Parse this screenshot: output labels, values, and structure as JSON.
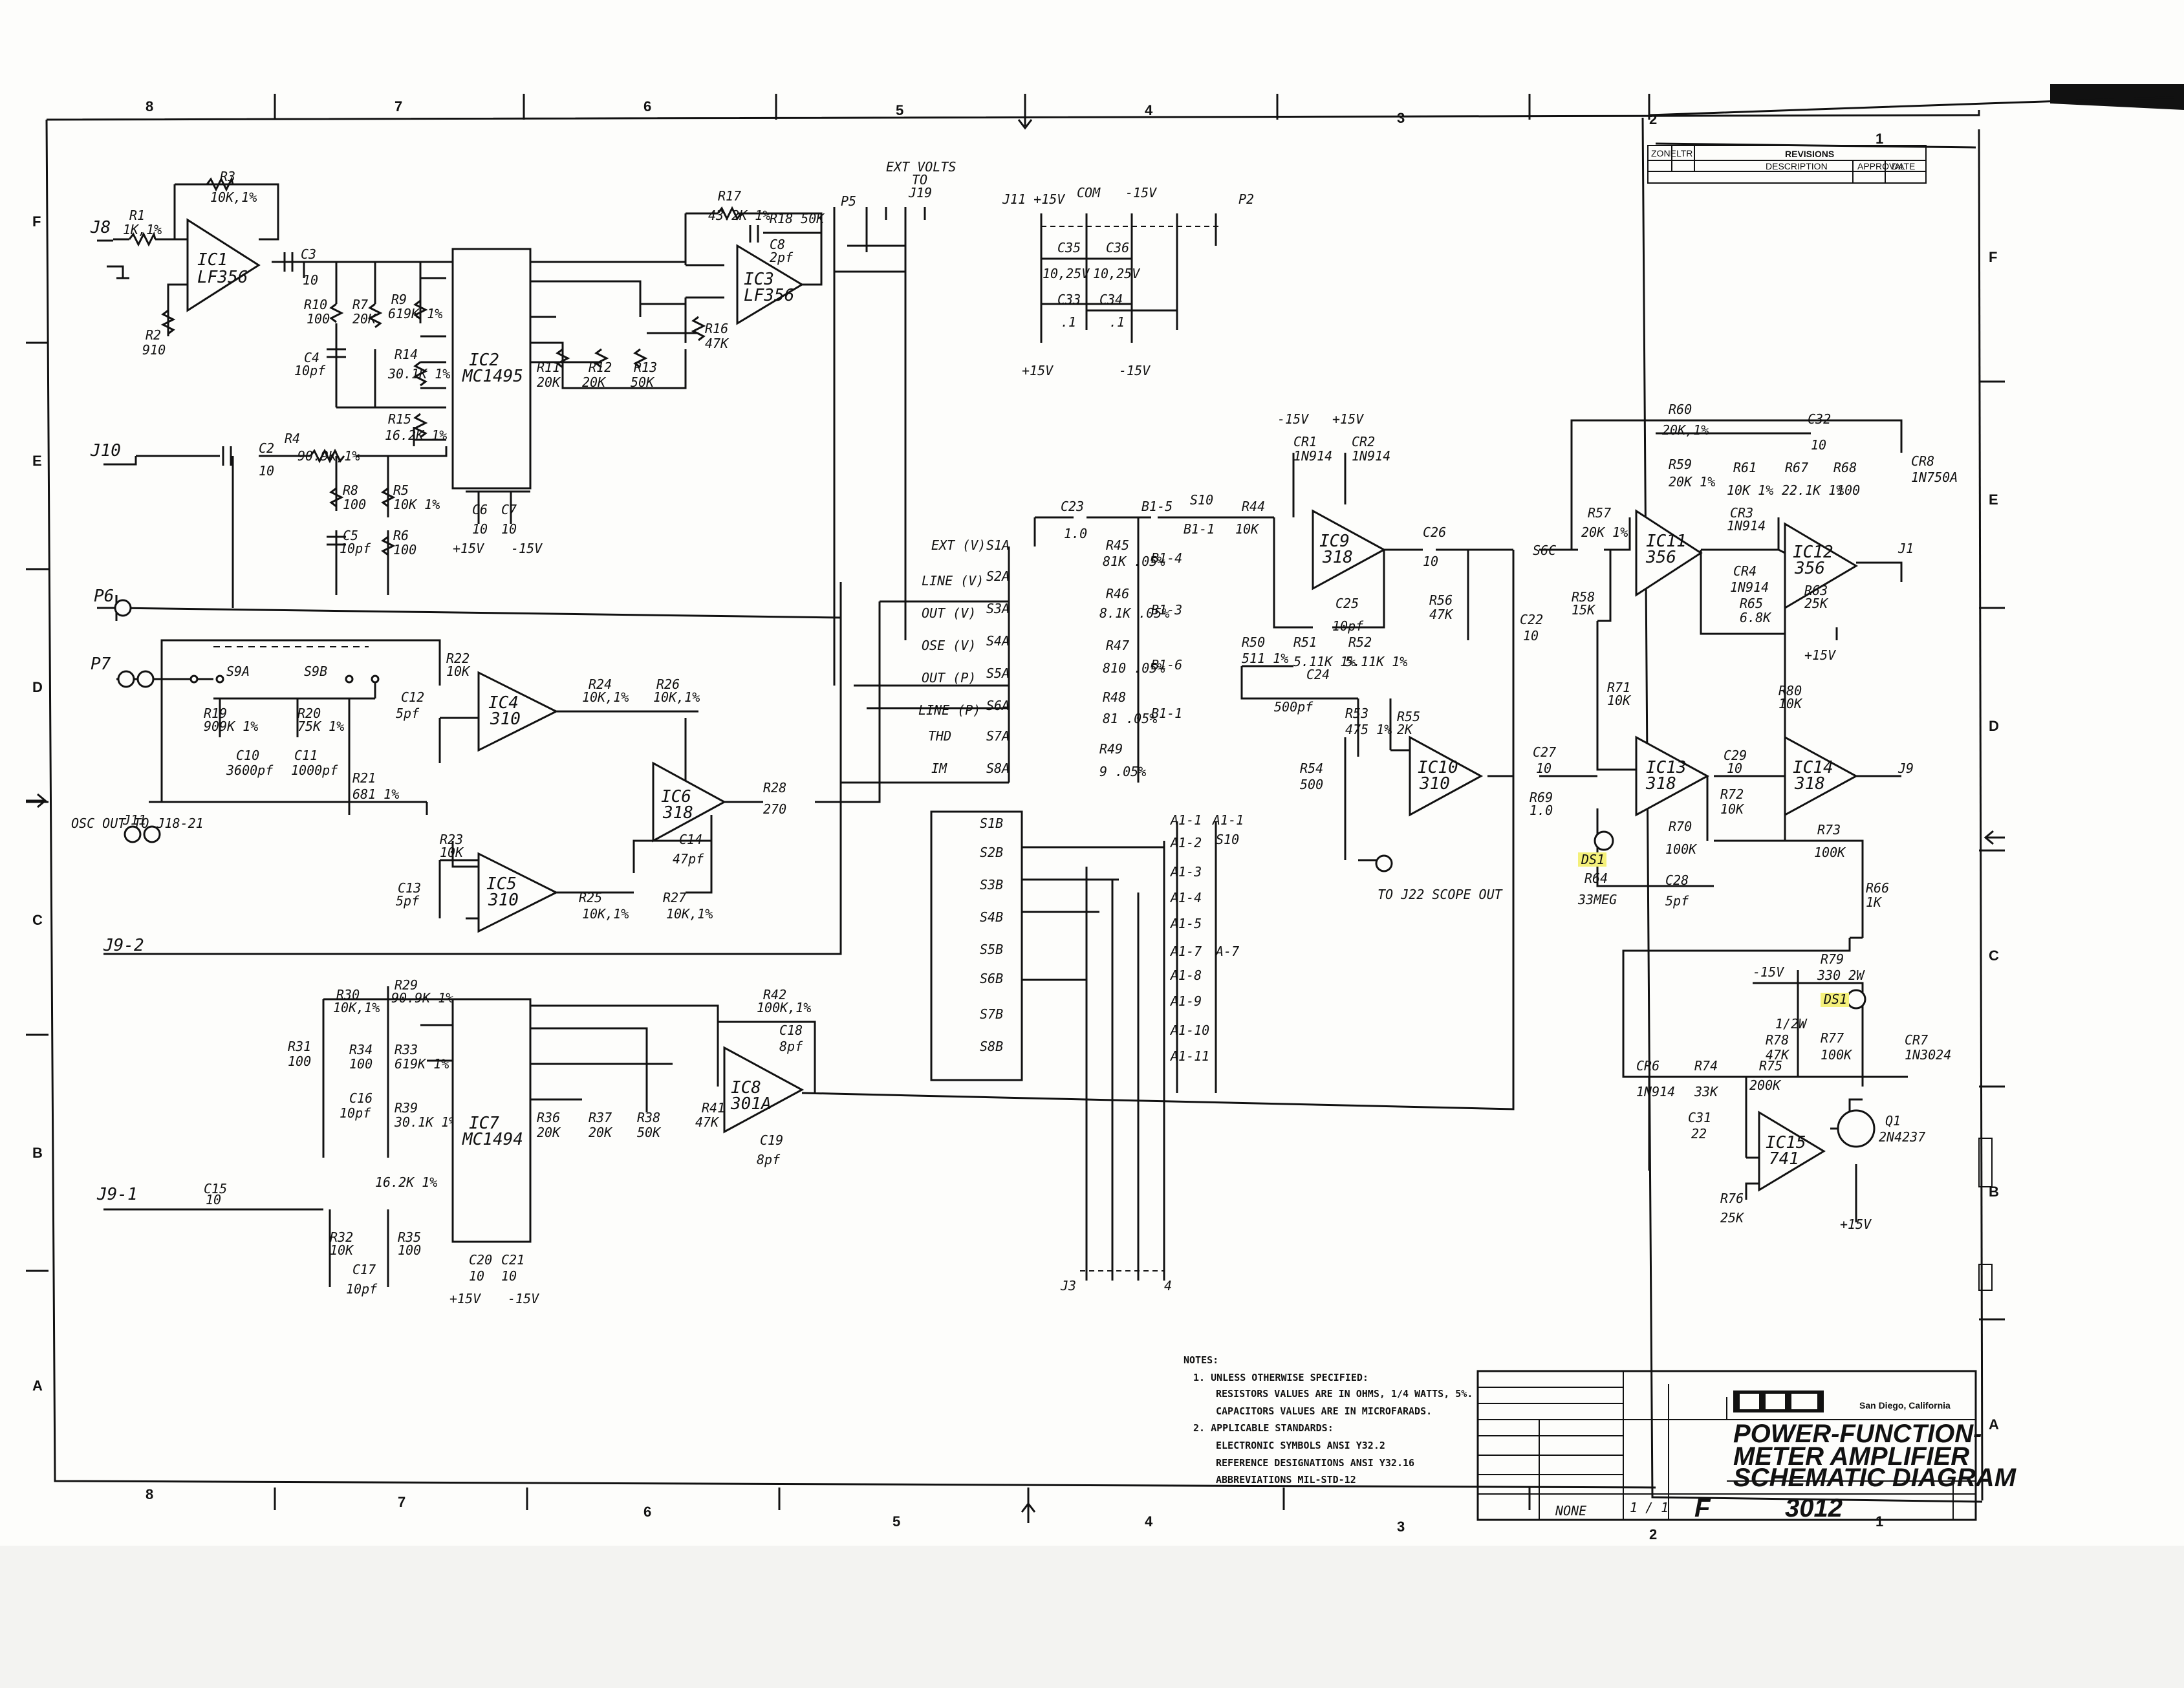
{
  "zones_top": [
    "8",
    "7",
    "6",
    "5",
    "4",
    "3",
    "2",
    "1"
  ],
  "zones_side": [
    "F",
    "E",
    "D",
    "C",
    "B",
    "A"
  ],
  "revisions": {
    "title": "REVISIONS",
    "desc": "DESCRIPTION",
    "zone": "ZONE",
    "ltr": "LTR",
    "date": "DATE",
    "approval": "APPROVAL"
  },
  "ics": [
    {
      "ref": "IC1",
      "type": "LF356"
    },
    {
      "ref": "IC3",
      "type": "LF356"
    },
    {
      "ref": "IC4",
      "type": "310"
    },
    {
      "ref": "IC5",
      "type": "310"
    },
    {
      "ref": "IC6",
      "type": "318"
    },
    {
      "ref": "IC8",
      "type": "301A"
    },
    {
      "ref": "IC9",
      "type": "318"
    },
    {
      "ref": "IC10",
      "type": "310"
    },
    {
      "ref": "IC11",
      "type": "356"
    },
    {
      "ref": "IC12",
      "type": "356"
    },
    {
      "ref": "IC13",
      "type": "318"
    },
    {
      "ref": "IC14",
      "type": "318"
    },
    {
      "ref": "IC15",
      "type": "741"
    }
  ],
  "mult": [
    {
      "ref": "IC2",
      "type": "MC1495"
    },
    {
      "ref": "IC7",
      "type": "MC1494"
    }
  ],
  "labels": {
    "r3": "R3",
    "r3v": "10K,1%",
    "r1": "R1",
    "r1v": "1K,1%",
    "j8": "J8",
    "c3": "C3",
    "c3v": "10",
    "r2": "R2",
    "r2v": "910",
    "r10": "R10",
    "r10v": "100",
    "r7": "R7",
    "r7v": "20K",
    "r9": "R9",
    "r9v": "619K 1%",
    "c4": "C4",
    "c4v": "10pf",
    "r14": "R14",
    "r14v": "30.1K 1%",
    "r15": "R15",
    "r15v": "16.2K 1%",
    "j10": "J10",
    "c2": "C2",
    "c2v": "10",
    "r4": "R4",
    "r4v": "90.9K,1%",
    "r8": "R8",
    "r8v": "100",
    "r5": "R5",
    "r5v": "10K 1%",
    "c5": "C5",
    "c5v": "10pf",
    "r6": "R6",
    "r6v": "100",
    "c6": "C6",
    "c6v": "10",
    "c7": "C7",
    "c7v": "10",
    "p15v": "+15V",
    "m15v": "-15V",
    "r17": "R17",
    "r17v": "43.2K 1%",
    "r18": "R18 50K",
    "c8": "C8",
    "c8v": "2pf",
    "r16": "R16",
    "r16v": "47K",
    "r11": "R11",
    "r11v": "20K",
    "r12": "R12",
    "r12v": "20K",
    "r13": "R13",
    "r13v": "50K",
    "ext": "EXT VOLTS",
    "to": "TO",
    "j19": "J19",
    "p5": "P5",
    "j11": "J11 +15V",
    "com": "COM",
    "m15": "-15V",
    "p2": "P2",
    "c35": "C35",
    "c35v": "10,25V",
    "c36": "C36",
    "c36v": "10,25V",
    "c33": "C33",
    "c33v": ".1",
    "c34": "C34",
    "c34v": ".1",
    "p6": "P6",
    "p7": "P7",
    "s9a": "S9A",
    "s9b": "S9B",
    "r19": "R19",
    "r19v": "909K 1%",
    "r20": "R20",
    "r20v": "75K 1%",
    "c10": "C10",
    "c10v": "3600pf",
    "c11": "C11",
    "c11v": "1000pf",
    "r21": "R21",
    "r21v": "681 1%",
    "r22": "R22",
    "r22v": "10K",
    "c12": "C12",
    "c12v": "5pf",
    "r24": "R24",
    "r24v": "10K,1%",
    "r26": "R26",
    "r26v": "10K,1%",
    "r28": "R28",
    "r28v": "270",
    "c14": "C14",
    "c14v": "47pf",
    "osc": "OSC OUT TO J18-21",
    "j11b": "J11",
    "r23": "R23",
    "r23v": "10K",
    "c13": "C13",
    "c13v": "5pf",
    "r25": "R25",
    "r25v": "10K,1%",
    "r27": "R27",
    "r27v": "10K,1%",
    "j92": "J9-2",
    "j91": "J9-1",
    "r30": "R30",
    "r30v": "10K,1%",
    "r29": "R29",
    "r29v": "90.9K 1%",
    "r31": "R31",
    "r31v": "100",
    "r34": "R34",
    "r34v": "100",
    "r33": "R33",
    "r33v": "619K 1%",
    "c16": "C16",
    "c16v": "10pf",
    "r39": "R39",
    "r39v": "30.1K 1%",
    "r40": "16.2K 1%",
    "r42": "R42",
    "r42v": "100K,1%",
    "c18": "C18",
    "c18v": "8pf",
    "r41": "R41",
    "r41v": "47K",
    "c19": "C19",
    "c19v": "8pf",
    "r36": "R36",
    "r36v": "20K",
    "r37": "R37",
    "r37v": "20K",
    "r38": "R38",
    "r38v": "50K",
    "c15": "C15",
    "c15v": "10",
    "r32": "R32",
    "r32v": "10K",
    "r35": "R35",
    "r35v": "100",
    "c17": "C17",
    "c17v": "10pf",
    "c20": "C20",
    "c20v": "10",
    "c21": "C21",
    "c21v": "10",
    "s1a": "S1A",
    "s2a": "S2A",
    "s3a": "S3A",
    "s4a": "S4A",
    "s5a": "S5A",
    "s6a": "S6A",
    "s7a": "S7A",
    "s8a": "S8A",
    "sw_ext": "EXT (V)",
    "sw_line": "LINE (V)",
    "sw_out": "OUT (V)",
    "sw_ose": "OSE (V)",
    "sw_outp": "OUT (P)",
    "sw_linep": "LINE (P)",
    "sw_thd": "THD",
    "sw_im": "IM",
    "s1b": "S1B",
    "s2b": "S2B",
    "s3b": "S3B",
    "s4b": "S4B",
    "s5b": "S5B",
    "s6b": "S6B",
    "s7b": "S7B",
    "s8b": "S8B",
    "a1": [
      "A1-1",
      "A1-2",
      "A1-3",
      "A1-4",
      "A1-5",
      "A1-7",
      "A1-8",
      "A1-9",
      "A1-10",
      "A1-11"
    ],
    "s10": "S10",
    "a17": "A-7",
    "j3": "J3",
    "j4": "4",
    "c23": "C23",
    "c23v": "1.0",
    "b15": "B1-5",
    "b11": "B1-1",
    "s10b": "S10",
    "r45": "R45",
    "r45v": "81K .05%",
    "r46": "R46",
    "r46v": "8.1K .05%",
    "r47": "R47",
    "r47v": "810 .05%",
    "r48": "R48",
    "r48v": "81 .05%",
    "r49": "R49",
    "r49v": "9 .05%",
    "b14": "B1-4",
    "b13": "B1-3",
    "b16": "B1-6",
    "b11b": "B1-1",
    "r44": "R44",
    "r44v": "10K",
    "cr1": "CR1",
    "cr1v": "1N914",
    "cr2": "CR2",
    "cr2v": "1N914",
    "m15b": "-15V",
    "p15b": "+15V",
    "c25": "C25",
    "c25v": "10pf",
    "c26": "C26",
    "c26v": "10",
    "r56": "R56",
    "r56v": "47K",
    "s6c": "S6C",
    "r50": "R50",
    "r50v": "511 1%",
    "r51": "R51",
    "r51v": "5.11K 1%",
    "r52": "R52",
    "r52v": "5.11K 1%",
    "c24": "C24",
    "c24v": "500pf",
    "r53": "R53",
    "r53v": "475 1%",
    "r55": "R55",
    "r55v": "2K",
    "r54": "R54",
    "r54v": "500",
    "scope": "TO J22 SCOPE OUT",
    "c22": "C22",
    "c22v": "10",
    "c27": "C27",
    "c27v": "10",
    "r69": "R69",
    "r69v": "1.0",
    "r60": "R60",
    "r60v": "20K,1%",
    "c32": "C32",
    "c32v": "10",
    "cr8": "CR8",
    "cr8v": "1N750A",
    "r59": "R59",
    "r59v": "20K 1%",
    "r61": "R61",
    "r61v": "10K 1%",
    "r67": "R67",
    "r67v": "22.1K 1%",
    "r68": "R68",
    "r68v": "100",
    "r57": "R57",
    "r57v": "20K 1%",
    "cr3": "CR3",
    "cr3v": "1N914",
    "cr4": "CR4",
    "cr4v": "1N914",
    "r65": "R65",
    "r65v": "6.8K",
    "r63": "R63",
    "r63v": "25K",
    "r58": "R58",
    "r58v": "15K",
    "j1": "J1",
    "p15c": "+15V",
    "r71": "R71",
    "r71v": "10K",
    "r80": "R80",
    "r80v": "10K",
    "c29": "C29",
    "c29v": "10",
    "r72": "R72",
    "r72v": "10K",
    "r70": "R70",
    "r70v": "100K",
    "r73": "R73",
    "r73v": "100K",
    "ds1": "DS1",
    "r64": "R64",
    "r64v": "33MEG",
    "c28": "C28",
    "c28v": "5pf",
    "r66": "R66",
    "r66v": "1K",
    "j9": "J9",
    "m15c": "-15V",
    "r79": "R79",
    "r79v": "330 2W",
    "ds1b": "DS1",
    "r78": "R78",
    "r78v": "47K",
    "r77": "R77",
    "r77v": "100K",
    "cr7": "CR7",
    "cr7v": "1N3024",
    "r75": "R75",
    "r75v": "200K",
    "r74": "R74",
    "r74v": "33K",
    "cr6": "CR6",
    "cr6v": "1N914",
    "c31": "C31",
    "c31v": "22",
    "q1": "Q1",
    "q1v": "2N4237",
    "r76": "R76",
    "r76v": "25K",
    "p15d": "+15V",
    "half": "1/2W"
  },
  "notes": {
    "head": "NOTES:",
    "n1": "1.  UNLESS OTHERWISE SPECIFIED:",
    "n1a": "RESISTORS VALUES ARE IN OHMS, 1/4 WATTS, 5%.",
    "n1b": "CAPACITORS VALUES ARE IN MICROFARADS.",
    "n2": "2.  APPLICABLE STANDARDS:",
    "n2a": "ELECTRONIC SYMBOLS ANSI Y32.2",
    "n2b": "REFERENCE DESIGNATIONS ANSI Y32.16",
    "n2c": "ABBREVIATIONS MIL-STD-12"
  },
  "title_block": {
    "company": "San Diego, California",
    "title1": "POWER-FUNCTION-",
    "title2": "METER AMPLIFIER",
    "title3": "SCHEMATIC DIAGRAM",
    "size": "F",
    "dwg": "3012",
    "scale": "NONE",
    "sheet": "1 / 1"
  },
  "accent": {
    "highlight": "#f4f07a",
    "ink": "#111111"
  }
}
